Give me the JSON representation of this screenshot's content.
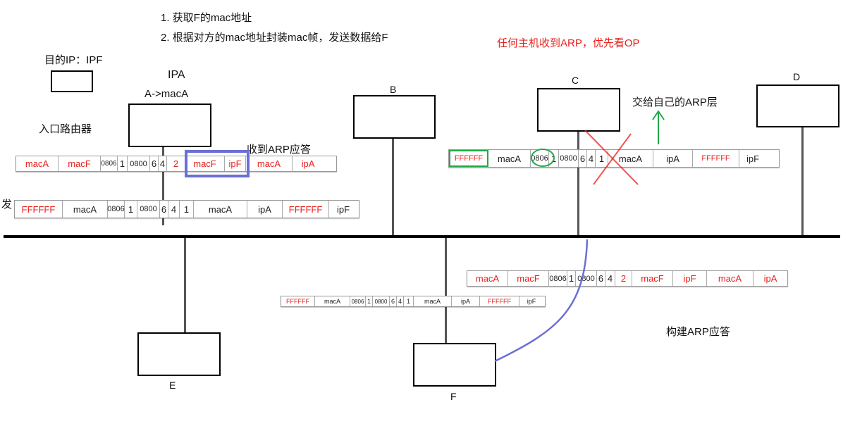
{
  "steps": [
    "1. 获取F的mac地址",
    "2. 根据对方的mac地址封装mac帧，发送数据给F"
  ],
  "note_red": "任何主机收到ARP，优先看OP",
  "target_ip": "目的IP：IPF",
  "ipa_label": "IPA",
  "a_macA": "A->macA",
  "router_label": "入口路由器",
  "received_reply": "收到ARP应答",
  "send_label": "发",
  "deliver_label": "交给自己的ARP层",
  "build_reply": "构建ARP应答",
  "hosts": {
    "B": "B",
    "C": "C",
    "D": "D",
    "E": "E",
    "F": "F"
  },
  "frames": {
    "reply_top": [
      "macA",
      "macF",
      "0806",
      "1",
      "0800",
      "6",
      "4",
      "2",
      "macF",
      "ipF",
      "macA",
      "ipA"
    ],
    "request_left": [
      "FFFFFF",
      "macA",
      "0806",
      "1",
      "0800",
      "6",
      "4",
      "1",
      "macA",
      "ipA",
      "FFFFFF",
      "ipF"
    ],
    "request_c": [
      "FFFFFF",
      "macA",
      "0806",
      "1",
      "0800",
      "6",
      "4",
      "1",
      "macA",
      "ipA",
      "FFFFFF",
      "ipF"
    ],
    "reply_f": [
      "macA",
      "macF",
      "0806",
      "1",
      "0800",
      "6",
      "4",
      "2",
      "macF",
      "ipF",
      "macA",
      "ipA"
    ],
    "request_small": [
      "FFFFFF",
      "macA",
      "0806",
      "1",
      "0800",
      "6",
      "4",
      "1",
      "macA",
      "ipA",
      "FFFFFF",
      "ipF"
    ]
  },
  "colors": {
    "red": "#e8201c",
    "blue": "#6b6fd6",
    "green": "#22a84a",
    "bus": "#000000"
  }
}
